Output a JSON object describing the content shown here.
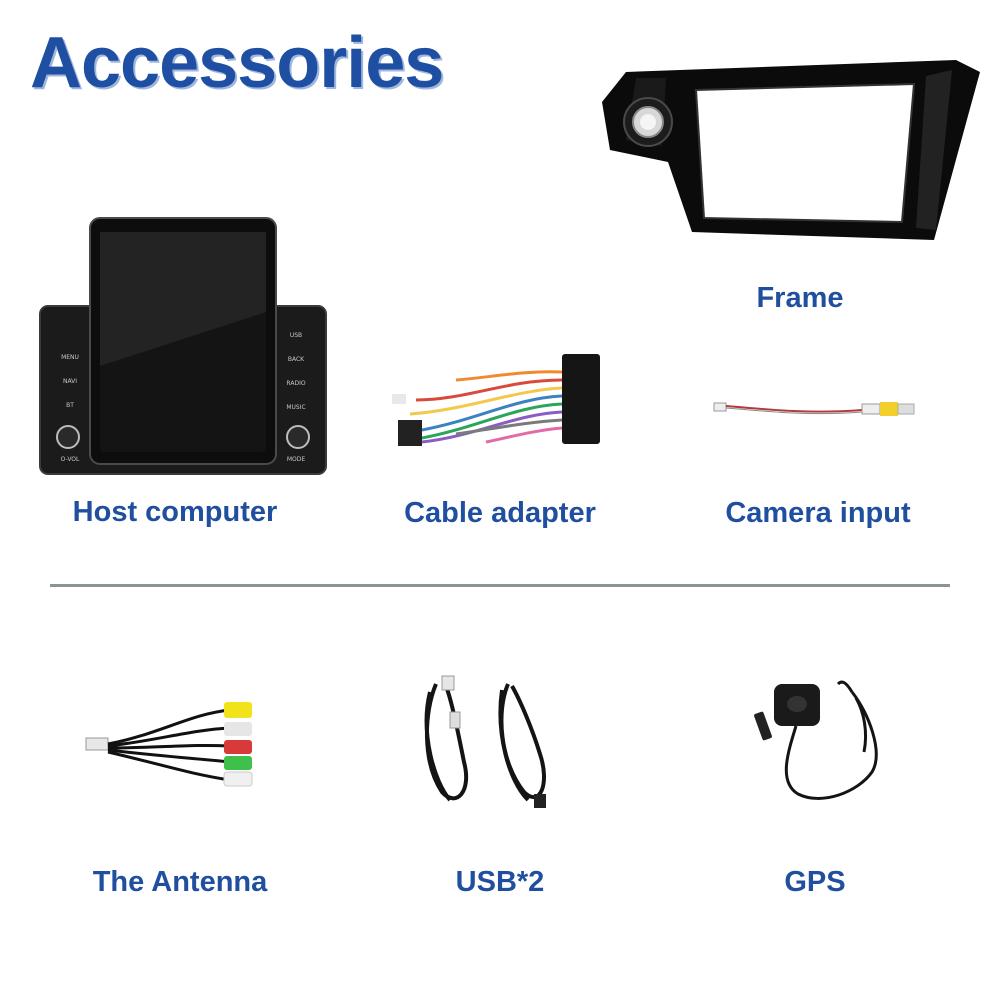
{
  "title": "Accessories",
  "items": [
    {
      "label": "Frame"
    },
    {
      "label": "Host computer"
    },
    {
      "label": "Cable adapter"
    },
    {
      "label": "Camera input"
    },
    {
      "label": "The Antenna"
    },
    {
      "label": "USB*2"
    },
    {
      "label": "GPS"
    }
  ],
  "host_buttons": {
    "left": [
      "MENU",
      "NAVI",
      "BT",
      "O-VOL"
    ],
    "right": [
      "USB",
      "BACK",
      "RADIO",
      "MUSIC",
      "MODE"
    ]
  },
  "colors": {
    "title": "#1e4fa3",
    "caption": "#1f4f9e",
    "divider": "#8a9590"
  }
}
